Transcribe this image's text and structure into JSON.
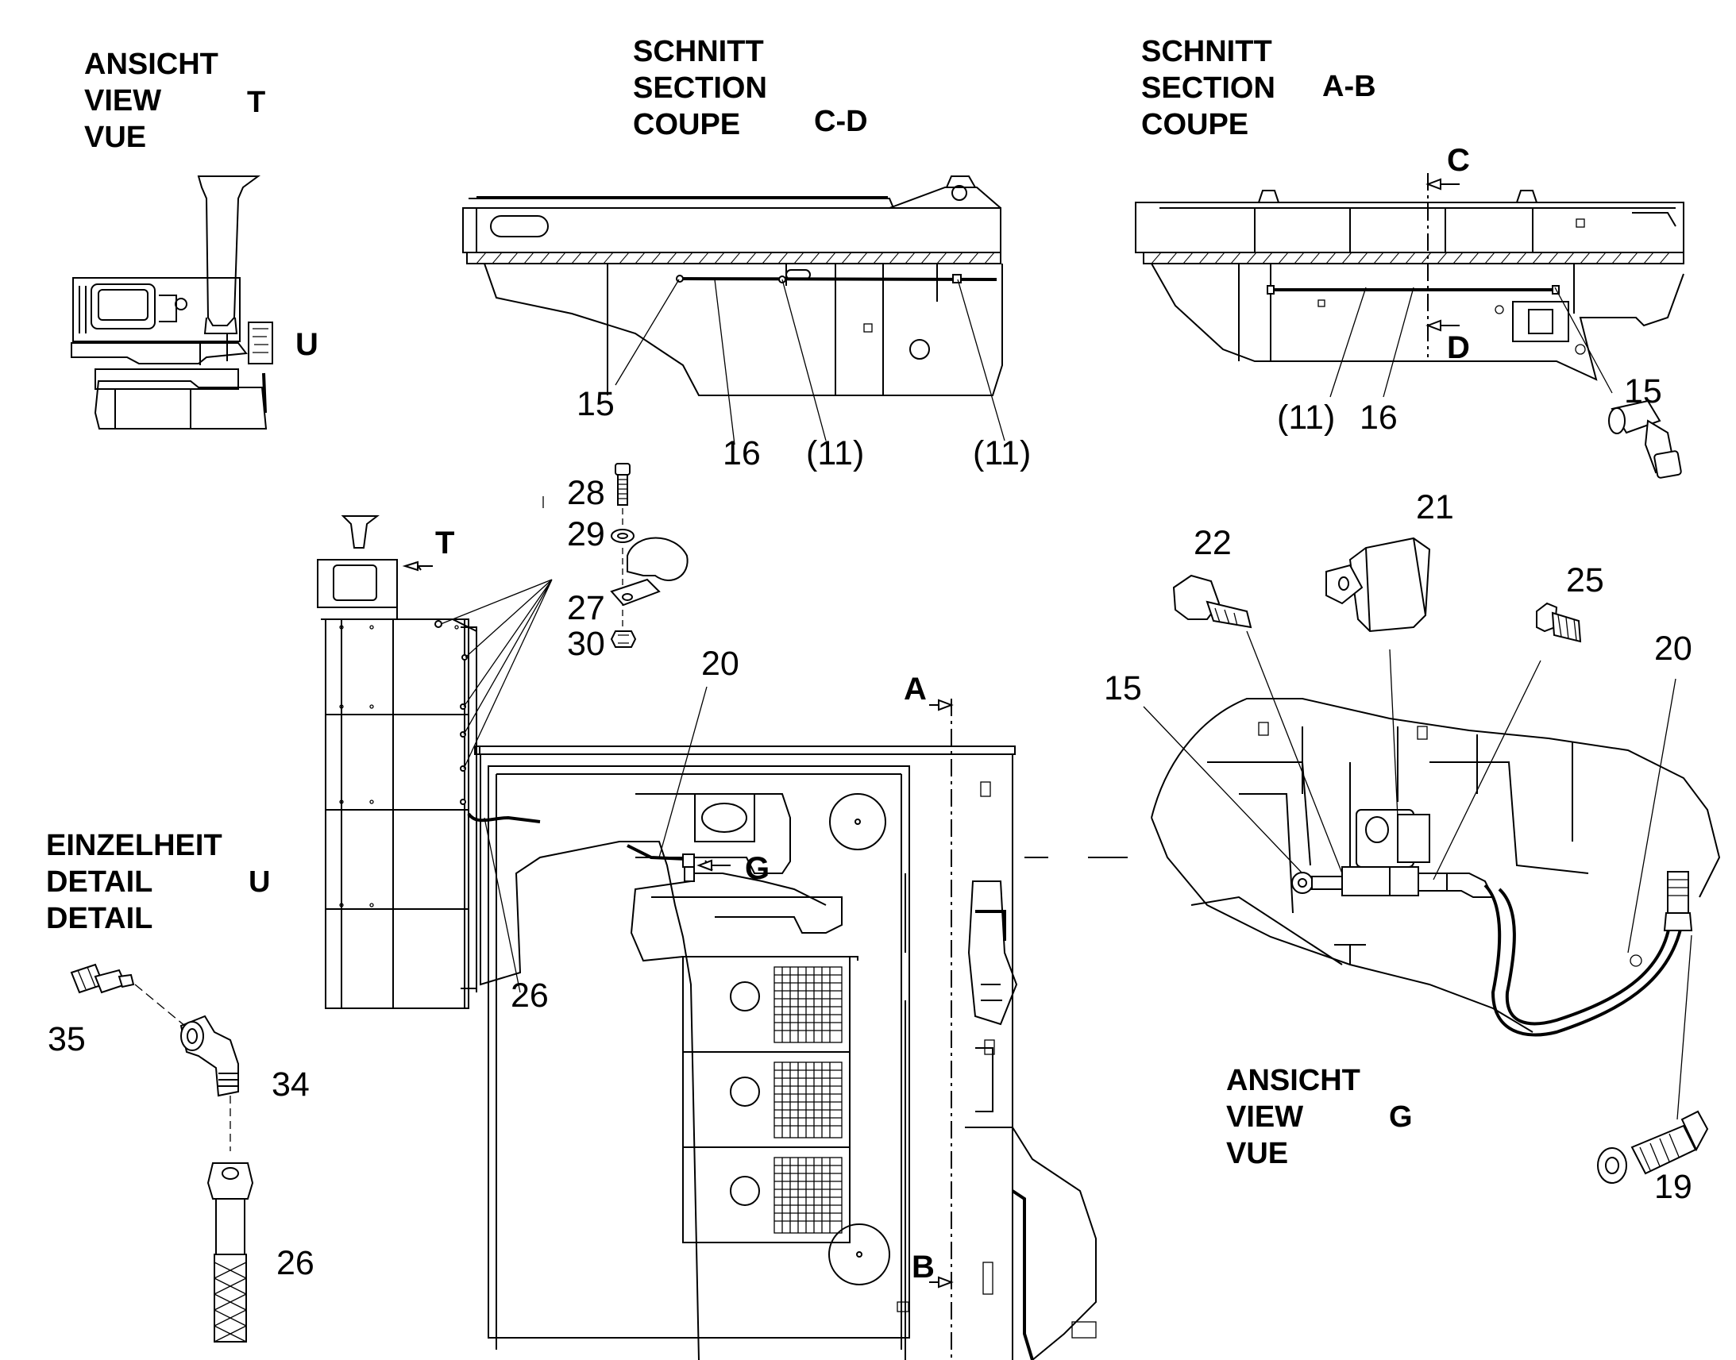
{
  "views": {
    "view_t": {
      "lines": [
        "ANSICHT",
        "VIEW",
        "VUE"
      ],
      "ref": "T"
    },
    "section_cd": {
      "lines": [
        "SCHNITT",
        "SECTION",
        "COUPE"
      ],
      "ref": "C-D"
    },
    "section_ab": {
      "lines": [
        "SCHNITT",
        "SECTION",
        "COUPE"
      ],
      "ref": "A-B"
    },
    "detail_u": {
      "lines": [
        "EINZELHEIT",
        "DETAIL",
        "DETAIL"
      ],
      "ref": "U"
    },
    "view_g": {
      "lines": [
        "ANSICHT",
        "VIEW",
        "VUE"
      ],
      "ref": "G"
    }
  },
  "view_markers": {
    "u": "U",
    "t": "T",
    "g": "G",
    "a": "A",
    "b": "B",
    "c": "C",
    "d": "D"
  },
  "callouts": {
    "cd_15": "15",
    "cd_16": "16",
    "cd_11a": "(11)",
    "cd_11b": "(11)",
    "ab_11": "(11)",
    "ab_16": "16",
    "ab_15": "15",
    "p28": "28",
    "p29": "29",
    "p27": "27",
    "p30": "30",
    "main_20": "20",
    "main_26": "26",
    "g_22": "22",
    "g_21": "21",
    "g_25": "25",
    "g_20": "20",
    "g_15": "15",
    "g_19": "19",
    "u_35": "35",
    "u_34": "34",
    "u_26": "26"
  }
}
